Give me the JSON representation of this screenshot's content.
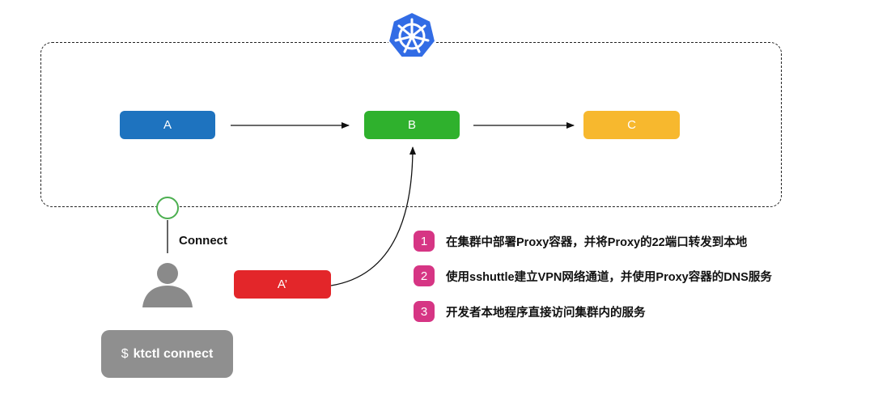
{
  "nodes": {
    "a": "A",
    "b": "B",
    "c": "C",
    "a_prime": "A’"
  },
  "connect_label": "Connect",
  "command": {
    "prompt": "$",
    "text": "ktctl connect"
  },
  "steps": [
    {
      "number": "1",
      "text": "在集群中部署Proxy容器，并将Proxy的22端口转发到本地"
    },
    {
      "number": "2",
      "text": "使用sshuttle建立VPN网络通道，并使用Proxy容器的DNS服务"
    },
    {
      "number": "3",
      "text": "开发者本地程序直接访问集群内的服务"
    }
  ],
  "colors": {
    "node_a": "#1e73bf",
    "node_b": "#2fb12d",
    "node_c": "#f7b82e",
    "node_a_prime": "#e3262a",
    "step_badge": "#d63584",
    "kubernetes_logo": "#326ce5",
    "command_box": "#8f8f8f",
    "user_icon": "#8a8a8a",
    "connect_point": "#4caf50"
  },
  "icons": {
    "logo": "kubernetes-logo-icon",
    "user": "user-silhouette-icon",
    "connect_point": "connect-point-icon"
  }
}
